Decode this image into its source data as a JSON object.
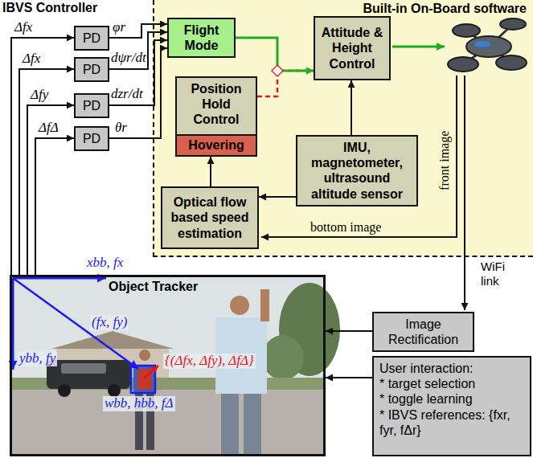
{
  "diagram": {
    "nodes": [
      {
        "text": [
          "PD"
        ]
      },
      {
        "text": [
          "PD"
        ]
      },
      {
        "text": [
          "PD"
        ]
      },
      {
        "text": [
          "PD"
        ]
      },
      {
        "text": [
          "Built-in On-Board software"
        ]
      },
      {
        "text": [
          "Flight Mode"
        ],
        "in": 4
      },
      {
        "text": [
          "Attitude & Height Control"
        ],
        "in": 4
      },
      {
        "text": [
          "Position Hold Control"
        ],
        "in": 4
      },
      {
        "text": [
          "Hovering"
        ],
        "in": 7
      },
      {
        "text": [
          "IMU, magnetometer, ultrasound altitude sensor"
        ],
        "in": 4
      },
      {
        "text": [
          "Optical flow based speed estimation"
        ],
        "in": 4
      },
      {
        "text": [
          "Object Tracker"
        ]
      },
      {
        "text": [
          "Image Rectification"
        ]
      },
      {
        "text": [
          "User interaction:",
          "* target selection",
          "* toggle learning",
          "* IBVS references: {fxr, fyr, fΔr}"
        ]
      }
    ],
    "edges": [
      {
        "from": 11,
        "to": 0,
        "arrow": "to",
        "label": "Δfx"
      },
      {
        "from": 11,
        "to": 1,
        "arrow": "to",
        "label": "Δfx"
      },
      {
        "from": 11,
        "to": 2,
        "arrow": "to",
        "label": "Δfy"
      },
      {
        "from": 11,
        "to": 3,
        "arrow": "to",
        "label": "ΔfΔ"
      },
      {
        "from": 0,
        "to": 5,
        "arrow": "to",
        "label": "φr"
      },
      {
        "from": 1,
        "to": 5,
        "arrow": "to",
        "label": "dψr/dt"
      },
      {
        "from": 2,
        "to": 5,
        "arrow": "to",
        "label": "dzr/dt"
      },
      {
        "from": 3,
        "to": 5,
        "arrow": "to",
        "label": "θr"
      },
      {
        "from": 5,
        "to": 6,
        "arrow": "to"
      },
      {
        "from": 7,
        "to": 6,
        "arrow": "to"
      },
      {
        "from": 9,
        "to": 6,
        "arrow": "to"
      },
      {
        "from": 10,
        "to": 7,
        "arrow": "to"
      },
      {
        "from": 9,
        "to": 10,
        "arrow": "to"
      },
      {
        "from": 12,
        "to": 11,
        "arrow": "to"
      },
      {
        "from": 13,
        "to": 11,
        "arrow": "to"
      }
    ],
    "labels": [
      "IBVS Controller",
      "front image",
      "bottom image",
      "WiFi link",
      "xbb, fx",
      "ybb, fy",
      "(fx, fy)",
      "{(Δfx, Δfy), ΔfΔ}",
      "wbb, hbb, fΔ"
    ]
  }
}
